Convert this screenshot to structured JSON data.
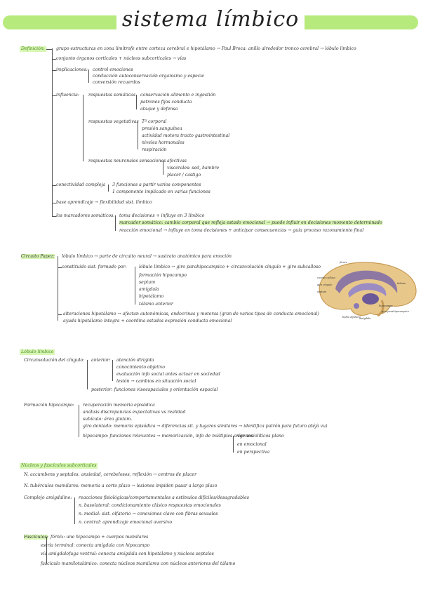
{
  "title": "sistema límbico",
  "colors": {
    "accent": "#b7ea7c",
    "highlight": "#d9f6b5",
    "section_text": "#4a8d1f"
  },
  "s1": {
    "label": "Definición:",
    "l1": "grupo estructuras en zona limítrofe entre corteza cerebral e hipotálamo → Paul Broca: anillo alrededor tronco cerebral → lóbulo límbico",
    "l2": "conjunto órganos corticales + núcleos subcorticales → vías",
    "implic_label": "implicaciones:",
    "implic": [
      "control emociones",
      "conducción autoconservación organismo y especie",
      "conversión recuerdos"
    ],
    "infl_label": "influencia:",
    "somat_label": "respuestas somáticas",
    "somat": [
      "conservación alimento e ingestión",
      "patrones fijos conducta",
      "ataque y defensa"
    ],
    "veget_label": "respuestas vegetativas",
    "veget": [
      "Tª corporal",
      "presión sanguínea",
      "actividad motora tracto gastrointestinal",
      "niveles hormonales",
      "respiración"
    ],
    "neuro_label": "respuestas neuronales sensaciones",
    "neuro": [
      "afectivas",
      "viscerales: sed, hambre",
      "placer / castigo"
    ],
    "complex_label": "conectividad compleja",
    "complex": [
      "3 funciones a partir varios componentes",
      "1 componente implicado en varias funciones"
    ],
    "memory": "base aprendizaje → flexibilidad sist. límbico",
    "corr_label": "los marcadores somáticos:",
    "corr": [
      "toma decisiones + influye en 3 límbico",
      "marcador somático: cambio corporal que refleja estado emocional → puede influir en decisiones momento determinado",
      "reacción emocional → influye en toma decisiones + anticipar consecuencias → guía proceso razonamiento final"
    ]
  },
  "s2": {
    "label": "Circuito Papez:",
    "l1": "lóbulo límbico → parte de circuito neural → sustrato anatómico para emoción",
    "constit_label": "constituido sist. formado por:",
    "constit": [
      "lóbulo límbico → giro parahipocampico + circunvolución cíngulo + giro subcalloso",
      "formación hipocampo",
      "septum",
      "amígdala",
      "hipotálamo",
      "tálamo anterior"
    ],
    "hyp1": "alteraciones hipotálamo → afectan autonómicas, endocrinas y motoras (gran de varios tipos de conducta emocional)",
    "hyp2": "ayuda hipotálamo integra + coordina estados expresión conducta emocional"
  },
  "brain": {
    "labels": [
      "fórnix",
      "cuerpo calloso",
      "giro cíngulo",
      "septum",
      "tálamo",
      "hipocampo",
      "bulbo olfatorio",
      "amígdala",
      "giro parahipocampico"
    ]
  },
  "s3": {
    "label": "Lóbulo límbico",
    "cing_label": "Circunvolución del cíngulo:",
    "ant_label": "anterior:",
    "ant": [
      "atención dirigida",
      "conocimiento objetivo",
      "evaluación info social antes actuar en sociedad",
      "lesión → cambios en situación social"
    ],
    "post": "posterior: funciones visoespaciales y orientación espacial",
    "hip_label": "Formación hipocampo:",
    "hip": [
      "recuperación memoria episódica",
      "análisis discrepancias expectativas vs realidad",
      "subículo: área glutam.",
      "giro dentado: memoria episódica → diferencias sit. y lugares similares → identifica patrón para futuro (déjà vu)"
    ],
    "hipo_label": "hipocampo: funciones relevantes → memorización, info de múltiples orígenes",
    "hipo": [
      "ver ansiolíticos plano",
      "en emocional",
      "en perspectiva"
    ]
  },
  "s4": {
    "label": "Núcleos y fascículos subcorticales",
    "l1": "N. accumbens y septales: ansiedad, cerebelosos, reflexión → centros de placer",
    "l2": "N. tubérculos mamilares: memoria a corto plazo → lesiones impiden pasar a largo plazo",
    "amig_label": "Complejo amigdalino:",
    "amig": [
      "reacciones fisiológicas/comportamentales a estímulos difíciles/desagradables",
      "n. basolateral: condicionamiento clásico respuestas emocionales",
      "n. medial: sist. olfatorio → conexiones clave con fibras sexuales",
      "n. central: aprendizaje emocional aversivo"
    ]
  },
  "s5": {
    "label": "Fascículos:",
    "items": [
      "fórnix: une hipocampo + cuerpos mamilares",
      "estría terminal: conecta amígdala con hipocampo",
      "vía amigdalofuga ventral: conecta amígdala con hipotálamo y núcleos septales",
      "fascículo mamilotalámico: conecta núcleos mamilares con núcleos anteriores del tálamo"
    ]
  }
}
